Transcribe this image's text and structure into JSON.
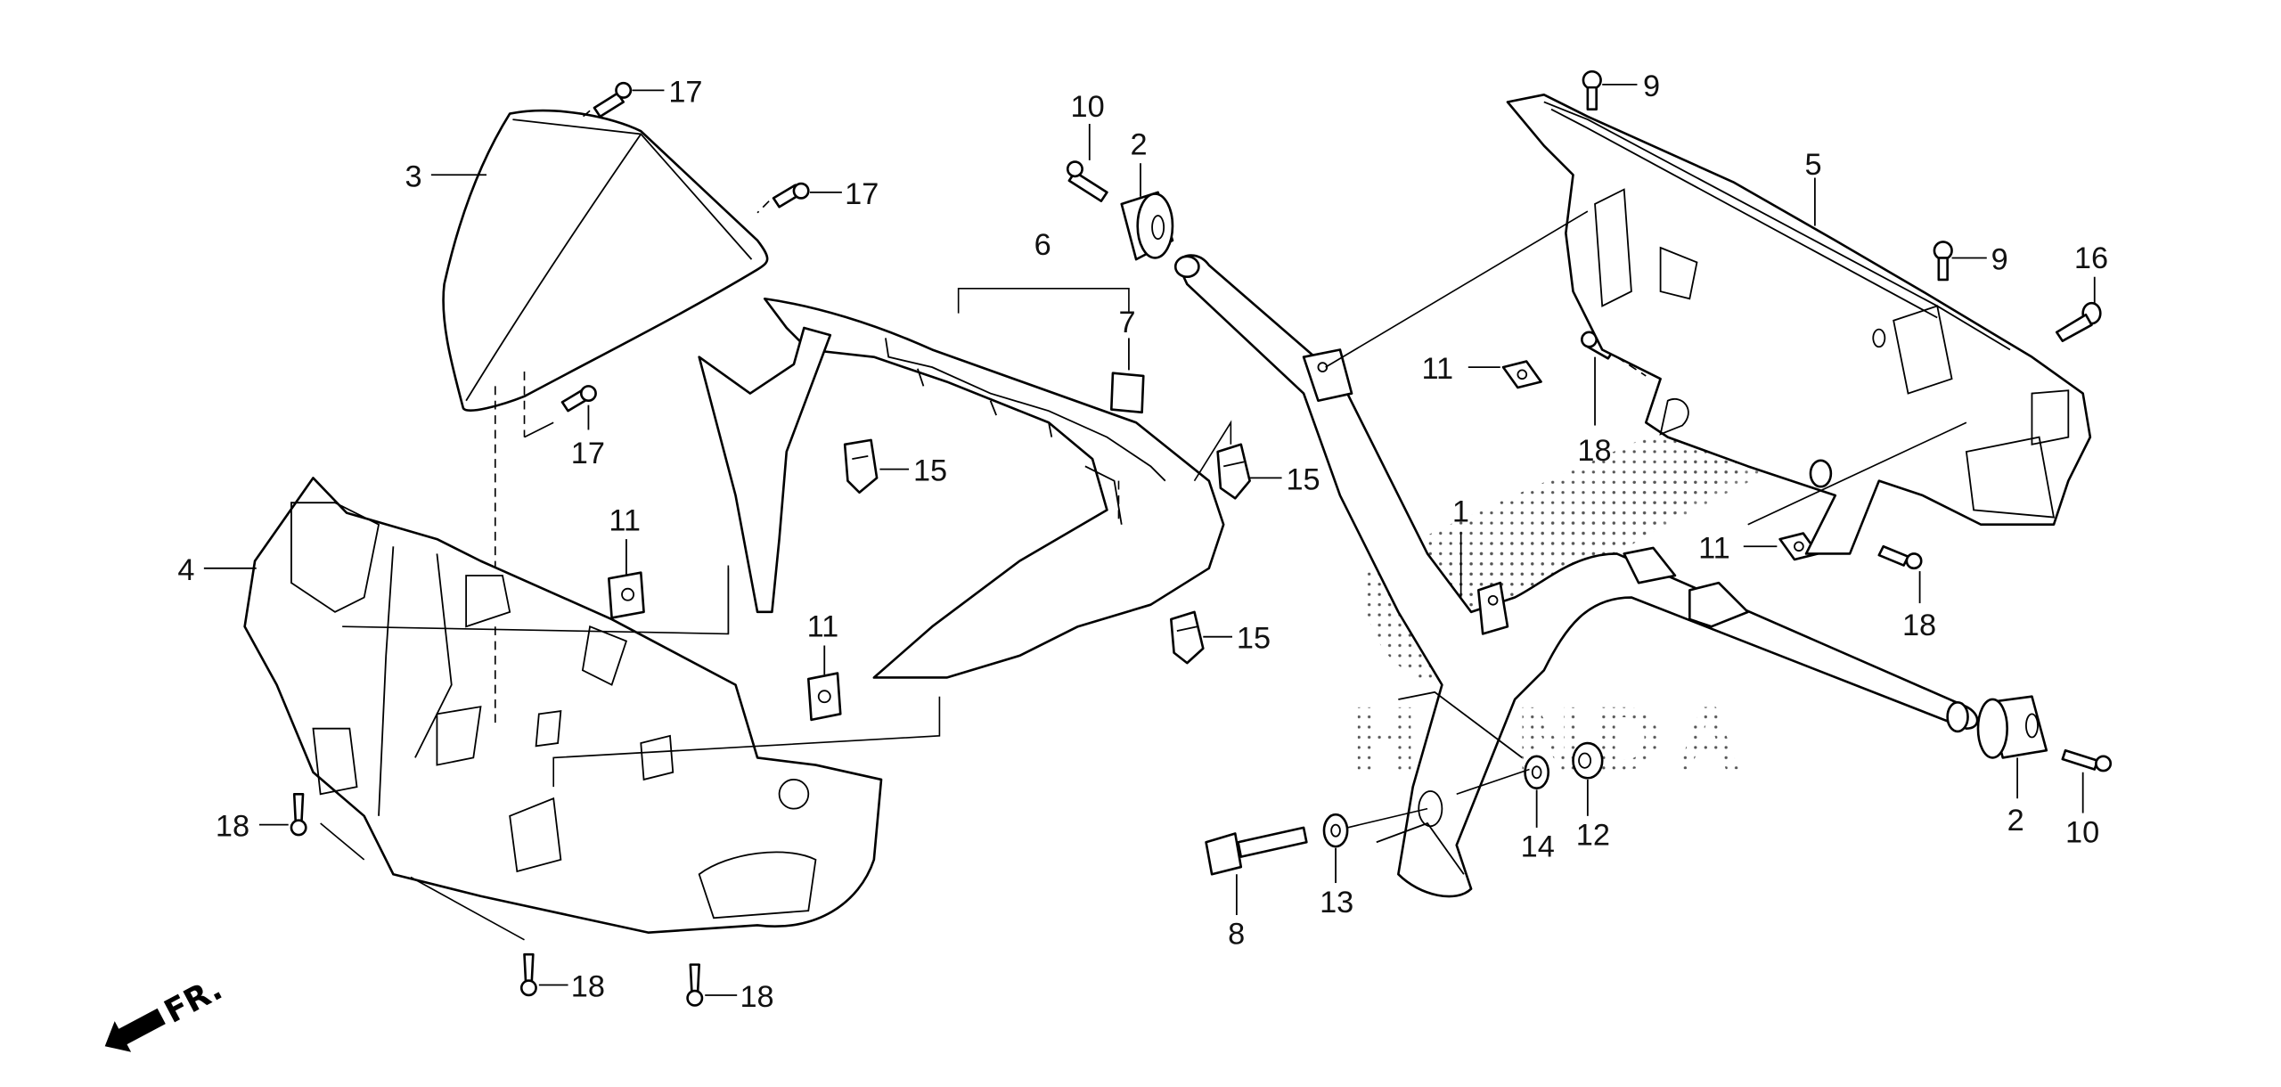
{
  "diagram": {
    "type": "exploded-parts-diagram",
    "subject": "handlebar and handlebar covers",
    "watermark_text": "HONDA",
    "direction_indicator": {
      "label": "FR.",
      "icon": "front-direction-arrow"
    },
    "colors": {
      "line": "#000000",
      "background": "#ffffff",
      "watermark_dots": "#555555"
    },
    "callouts": [
      {
        "id": "c17a",
        "number": "17",
        "part": "screw (windscreen top)"
      },
      {
        "id": "c17b",
        "number": "17",
        "part": "screw (windscreen right)"
      },
      {
        "id": "c17c",
        "number": "17",
        "part": "screw (windscreen lower)"
      },
      {
        "id": "c3",
        "number": "3",
        "part": "windscreen / meter visor"
      },
      {
        "id": "c4",
        "number": "4",
        "part": "front handlebar cover"
      },
      {
        "id": "c11a",
        "number": "11",
        "part": "clip nut (left)"
      },
      {
        "id": "c11b",
        "number": "11",
        "part": "clip nut (center)"
      },
      {
        "id": "c11c",
        "number": "11",
        "part": "clip nut (rear upper)"
      },
      {
        "id": "c11d",
        "number": "11",
        "part": "clip nut (rear lower)"
      },
      {
        "id": "c18a",
        "number": "18",
        "part": "tapping screw (left side)"
      },
      {
        "id": "c18b",
        "number": "18",
        "part": "tapping screw (bottom center)"
      },
      {
        "id": "c18c",
        "number": "18",
        "part": "tapping screw (bottom right)"
      },
      {
        "id": "c18d",
        "number": "18",
        "part": "tapping screw (rear cover left)"
      },
      {
        "id": "c18e",
        "number": "18",
        "part": "tapping screw (rear cover right)"
      },
      {
        "id": "c6",
        "number": "6",
        "part": "handlebar cover set"
      },
      {
        "id": "c7",
        "number": "7",
        "part": "sticker / pad"
      },
      {
        "id": "c15a",
        "number": "15",
        "part": "clip (upper left)"
      },
      {
        "id": "c15b",
        "number": "15",
        "part": "clip (upper right)"
      },
      {
        "id": "c15c",
        "number": "15",
        "part": "clip (lower)"
      },
      {
        "id": "c10a",
        "number": "10",
        "part": "bolt (left bar end)"
      },
      {
        "id": "c10b",
        "number": "10",
        "part": "bolt (right bar end)"
      },
      {
        "id": "c2a",
        "number": "2",
        "part": "bar end weight (left)"
      },
      {
        "id": "c2b",
        "number": "2",
        "part": "bar end weight (right)"
      },
      {
        "id": "c1",
        "number": "1",
        "part": "steering handlebar"
      },
      {
        "id": "c9a",
        "number": "9",
        "part": "bolt (rear cover top)"
      },
      {
        "id": "c9b",
        "number": "9",
        "part": "bolt (rear cover right)"
      },
      {
        "id": "c5",
        "number": "5",
        "part": "rear handlebar cover"
      },
      {
        "id": "c16",
        "number": "16",
        "part": "bolt"
      },
      {
        "id": "c8",
        "number": "8",
        "part": "flange bolt"
      },
      {
        "id": "c13",
        "number": "13",
        "part": "washer"
      },
      {
        "id": "c14",
        "number": "14",
        "part": "collar"
      },
      {
        "id": "c12",
        "number": "12",
        "part": "nut"
      }
    ]
  }
}
